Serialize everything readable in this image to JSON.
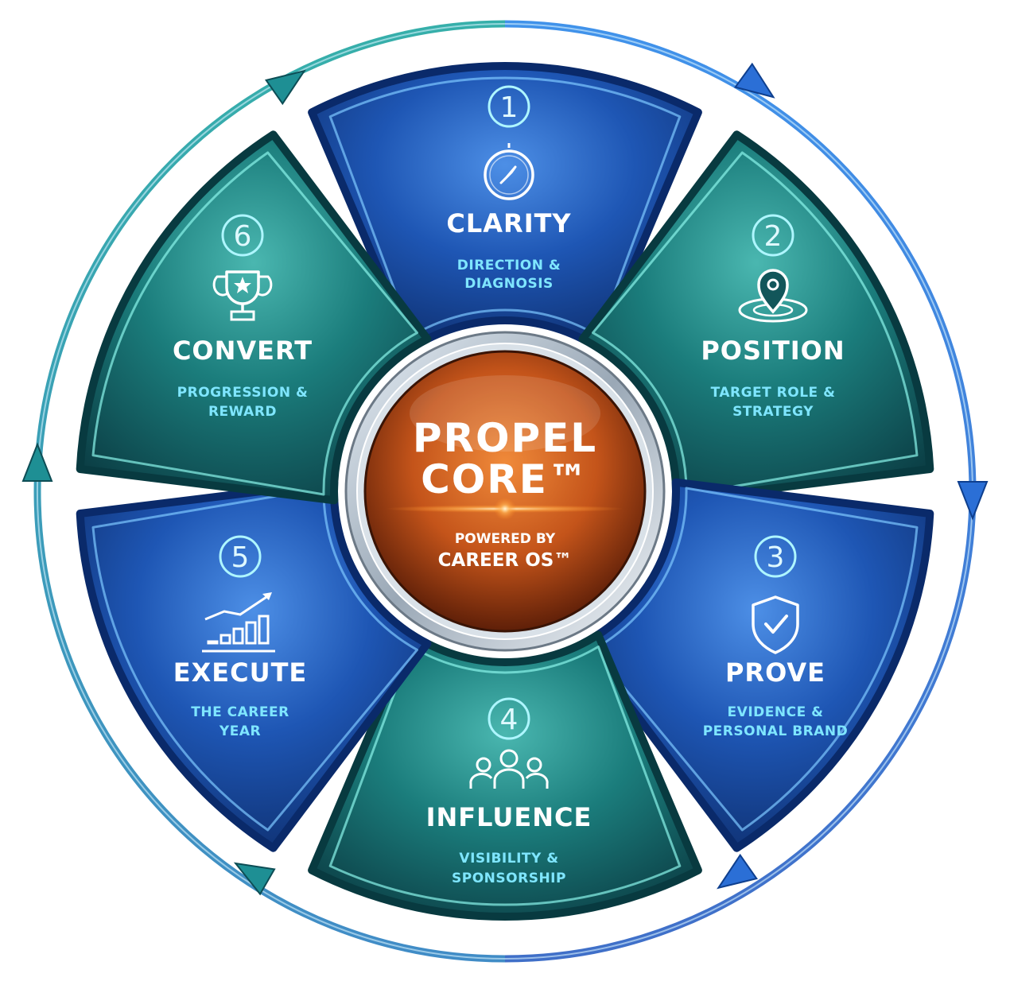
{
  "core": {
    "title_line1": "PROPEL",
    "title_line2": "CORE™",
    "sub_line1": "POWERED BY",
    "sub_line2": "CAREER OS™"
  },
  "colors": {
    "blue_segment": "#1f5fc4",
    "teal_segment": "#1c8a86",
    "core_orange": "#d4621c",
    "ring_blue": "#2f7fe0",
    "ring_teal": "#1fa6a0",
    "subtitle": "#7fe6ff"
  },
  "segments": [
    {
      "number": "1",
      "title": "CLARITY",
      "sub1": "DIRECTION &",
      "sub2": "DIAGNOSIS",
      "icon": "compass-icon",
      "theme": "blue"
    },
    {
      "number": "2",
      "title": "POSITION",
      "sub1": "TARGET ROLE &",
      "sub2": "STRATEGY",
      "icon": "location-pin-icon",
      "theme": "teal"
    },
    {
      "number": "3",
      "title": "PROVE",
      "sub1": "EVIDENCE &",
      "sub2": "PERSONAL BRAND",
      "icon": "shield-check-icon",
      "theme": "blue"
    },
    {
      "number": "4",
      "title": "INFLUENCE",
      "sub1": "VISIBILITY &",
      "sub2": "SPONSORSHIP",
      "icon": "people-group-icon",
      "theme": "teal"
    },
    {
      "number": "5",
      "title": "EXECUTE",
      "sub1": "THE CAREER",
      "sub2": "YEAR",
      "icon": "growth-chart-icon",
      "theme": "blue"
    },
    {
      "number": "6",
      "title": "CONVERT",
      "sub1": "PROGRESSION &",
      "sub2": "REWARD",
      "icon": "trophy-icon",
      "theme": "teal"
    }
  ]
}
